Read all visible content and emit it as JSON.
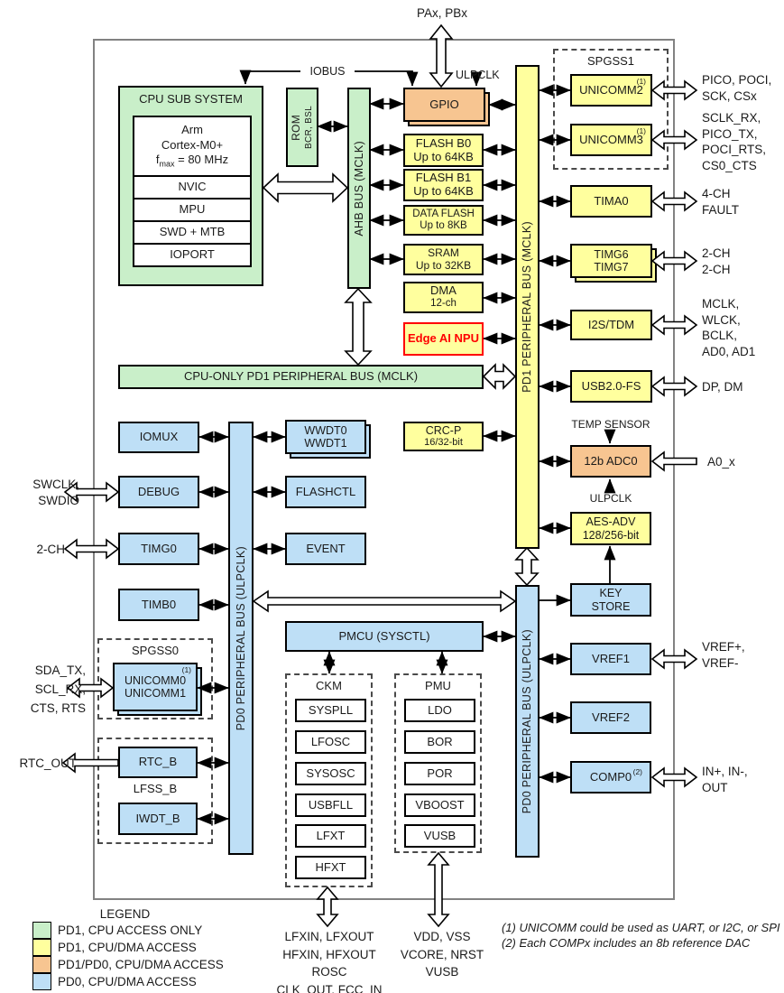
{
  "colors": {
    "green_pd1_cpu_only": "#C9EFC9",
    "yellow_pd1_cpu_dma": "#FFFF9E",
    "orange_pd1_pd0": "#F7C591",
    "blue_pd0": "#BEDFF6",
    "npu_accent": "#FF0000"
  },
  "cpu": {
    "title": "CPU SUB SYSTEM",
    "core_line1": "Arm",
    "core_line2": "Cortex-M0+",
    "fmax_f": "f",
    "fmax_sub": "max",
    "fmax_rest": " = 80 MHz",
    "rows": [
      "NVIC",
      "MPU",
      "SWD + MTB",
      "IOPORT"
    ]
  },
  "rom": {
    "line1": "ROM",
    "line2": "BCR, BSL"
  },
  "buses": {
    "iobus": "IOBUS",
    "ahb": "AHB BUS (MCLK)",
    "pd1": "PD1 PERIPHERAL BUS (MCLK)",
    "cpu_only": "CPU-ONLY PD1 PERIPHERAL BUS (MCLK)",
    "pd0_left": "PD0 PERIPHERAL BUS (ULPCLK)",
    "pd0_right": "PD0 PERIPHERAL BUS (ULPCLK)"
  },
  "blocks": {
    "gpio": "GPIO",
    "flash_b0": {
      "l1": "FLASH B0",
      "l2": "Up to 64KB"
    },
    "flash_b1": {
      "l1": "FLASH B1",
      "l2": "Up to 64KB"
    },
    "data_flash": {
      "l1": "DATA FLASH",
      "l2": "Up to 8KB"
    },
    "sram": {
      "l1": "SRAM",
      "l2": "Up to 32KB"
    },
    "dma": {
      "l1": "DMA",
      "l2": "12-ch"
    },
    "npu": "Edge AI NPU",
    "crcp": {
      "l1": "CRC-P",
      "l2": "16/32-bit"
    },
    "spgss1": "SPGSS1",
    "unicomm2": {
      "label": "UNICOMM2",
      "sup": "(1)"
    },
    "unicomm3": {
      "label": "UNICOMM3",
      "sup": "(1)"
    },
    "tima0": "TIMA0",
    "timg67": {
      "l1": "TIMG6",
      "l2": "TIMG7"
    },
    "i2s": "I2S/TDM",
    "usb": "USB2.0-FS",
    "temp_sensor": "TEMP SENSOR",
    "adc": "12b ADC0",
    "ulpclk_adc": "ULPCLK",
    "ulpclk_gpio": "ULPCLK",
    "aes": {
      "l1": "AES-ADV",
      "l2": "128/256-bit"
    },
    "keystore": {
      "l1": "KEY",
      "l2": "STORE"
    },
    "vref1": "VREF1",
    "vref2": "VREF2",
    "comp0": {
      "label": "COMP0",
      "sup": "(2)"
    },
    "iomux": "IOMUX",
    "debug": "DEBUG",
    "timg0": "TIMG0",
    "timb0": "TIMB0",
    "wwdt": {
      "l1": "WWDT0",
      "l2": "WWDT1"
    },
    "flashctl": "FLASHCTL",
    "event": "EVENT",
    "pmcu": "PMCU (SYSCTL)",
    "ckm": {
      "title": "CKM",
      "items": [
        "SYSPLL",
        "LFOSC",
        "SYSOSC",
        "USBFLL",
        "LFXT",
        "HFXT"
      ]
    },
    "pmu": {
      "title": "PMU",
      "items": [
        "LDO",
        "BOR",
        "POR",
        "VBOOST",
        "VUSB"
      ]
    },
    "spgss0": "SPGSS0",
    "unicomm01": {
      "l1": "UNICOMM0",
      "l2": "UNICOMM1",
      "sup": "(1)"
    },
    "lfss": "LFSS_B",
    "rtcb": "RTC_B",
    "iwdtb": "IWDT_B"
  },
  "pins": {
    "pax_pbx": "PAx, PBx",
    "spi1": "PICO, POCI,\nSCK, CSx",
    "uart1": "SCLK_RX,\nPICO_TX,\nPOCI_RTS,\nCS0_CTS",
    "tima0": "4-CH\nFAULT",
    "timg67": "2-CH\n2-CH",
    "i2s": "MCLK,\nWLCK,\nBCLK,\nAD0, AD1",
    "usb": "DP, DM",
    "adc": "A0_x",
    "vref1": "VREF+,\nVREF-",
    "comp0": "IN+, IN-,\nOUT",
    "swd": "SWCLK,\nSWDIO",
    "timg0": "2-CH",
    "unicomm01": "SDA_TX,\nSCL_RX,\nCTS, RTS",
    "rtc": "RTC_OUT",
    "clocks": "LFXIN, LFXOUT\nHFXIN, HFXOUT\nROSC\nCLK_OUT, FCC_IN",
    "power": "VDD, VSS\nVCORE, NRST\nVUSB"
  },
  "legend": {
    "title": "LEGEND",
    "items": [
      {
        "color": "#C9EFC9",
        "label": "PD1, CPU ACCESS ONLY"
      },
      {
        "color": "#FFFF9E",
        "label": "PD1, CPU/DMA ACCESS"
      },
      {
        "color": "#F7C591",
        "label": "PD1/PD0, CPU/DMA ACCESS"
      },
      {
        "color": "#BEDFF6",
        "label": "PD0, CPU/DMA ACCESS"
      }
    ]
  },
  "footnotes": [
    "(1) UNICOMM could be used as UART, or I2C, or SPI",
    "(2) Each COMPx includes an 8b reference DAC"
  ]
}
